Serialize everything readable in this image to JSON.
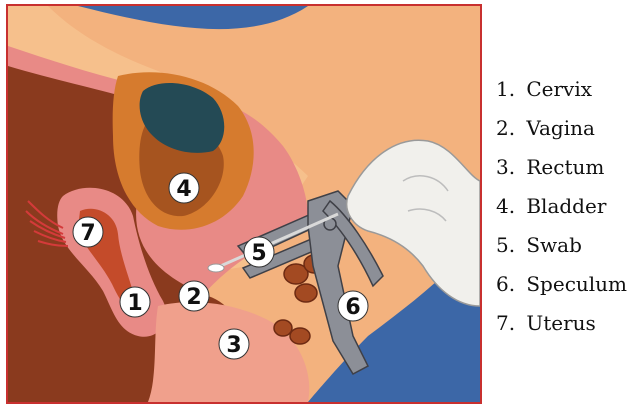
{
  "legend": [
    {
      "number": "1.",
      "label": "Cervix"
    },
    {
      "number": "2.",
      "label": "Vagina"
    },
    {
      "number": "3.",
      "label": "Rectum"
    },
    {
      "number": "4.",
      "label": "Bladder"
    },
    {
      "number": "5.",
      "label": "Swab"
    },
    {
      "number": "6.",
      "label": "Speculum"
    },
    {
      "number": "7.",
      "label": "Uterus"
    }
  ],
  "markers": [
    "1",
    "2",
    "3",
    "4",
    "5",
    "6",
    "7"
  ],
  "colors": {
    "border": "#c8302f",
    "background_blue": "#3c67a7",
    "skin": "#f3b27e",
    "tissue_pink": "#e88a86",
    "organ_brown": "#8a3a1e",
    "bladder_orange": "#d67b2e",
    "dark_cavity": "#244a55",
    "instrument_gray": "#8c8f97",
    "glove_white": "#f1f0ec"
  }
}
